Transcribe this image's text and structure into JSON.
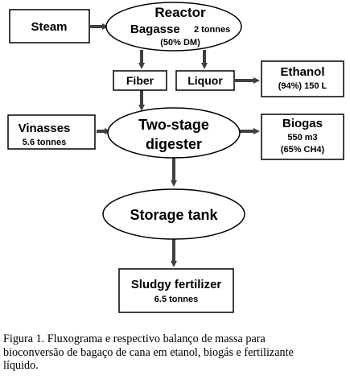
{
  "diagram": {
    "nodes": {
      "steam": {
        "label": "Steam"
      },
      "reactor": {
        "title": "Reactor",
        "line1_main": "Bagasse",
        "line1_detail": "2 tonnes",
        "line2": "(50% DM)"
      },
      "fiber": {
        "label": "Fiber"
      },
      "liquor": {
        "label": "Liquor"
      },
      "ethanol": {
        "title": "Ethanol",
        "detail": "(94%) 150 L"
      },
      "vinasses": {
        "title": "Vinasses",
        "detail": "5.6 tonnes"
      },
      "digester": {
        "line1": "Two-stage",
        "line2": "digester"
      },
      "biogas": {
        "title": "Biogas",
        "detail1": "550 m3",
        "detail2": "(65% CH4)"
      },
      "storage": {
        "label": "Storage tank"
      },
      "sludgy": {
        "title": "Sludgy fertilizer",
        "detail": "6.5 tonnes"
      }
    },
    "colors": {
      "stroke": "#000000",
      "arrow_fill": "#404040",
      "background": "#ffffff"
    }
  },
  "caption": {
    "line1": "Figura 1.  Fluxograma e respectivo balanço de massa para",
    "line2": "bioconversão de bagaço de cana em etanol, biogás e fertilizante",
    "line3": "líquido."
  }
}
